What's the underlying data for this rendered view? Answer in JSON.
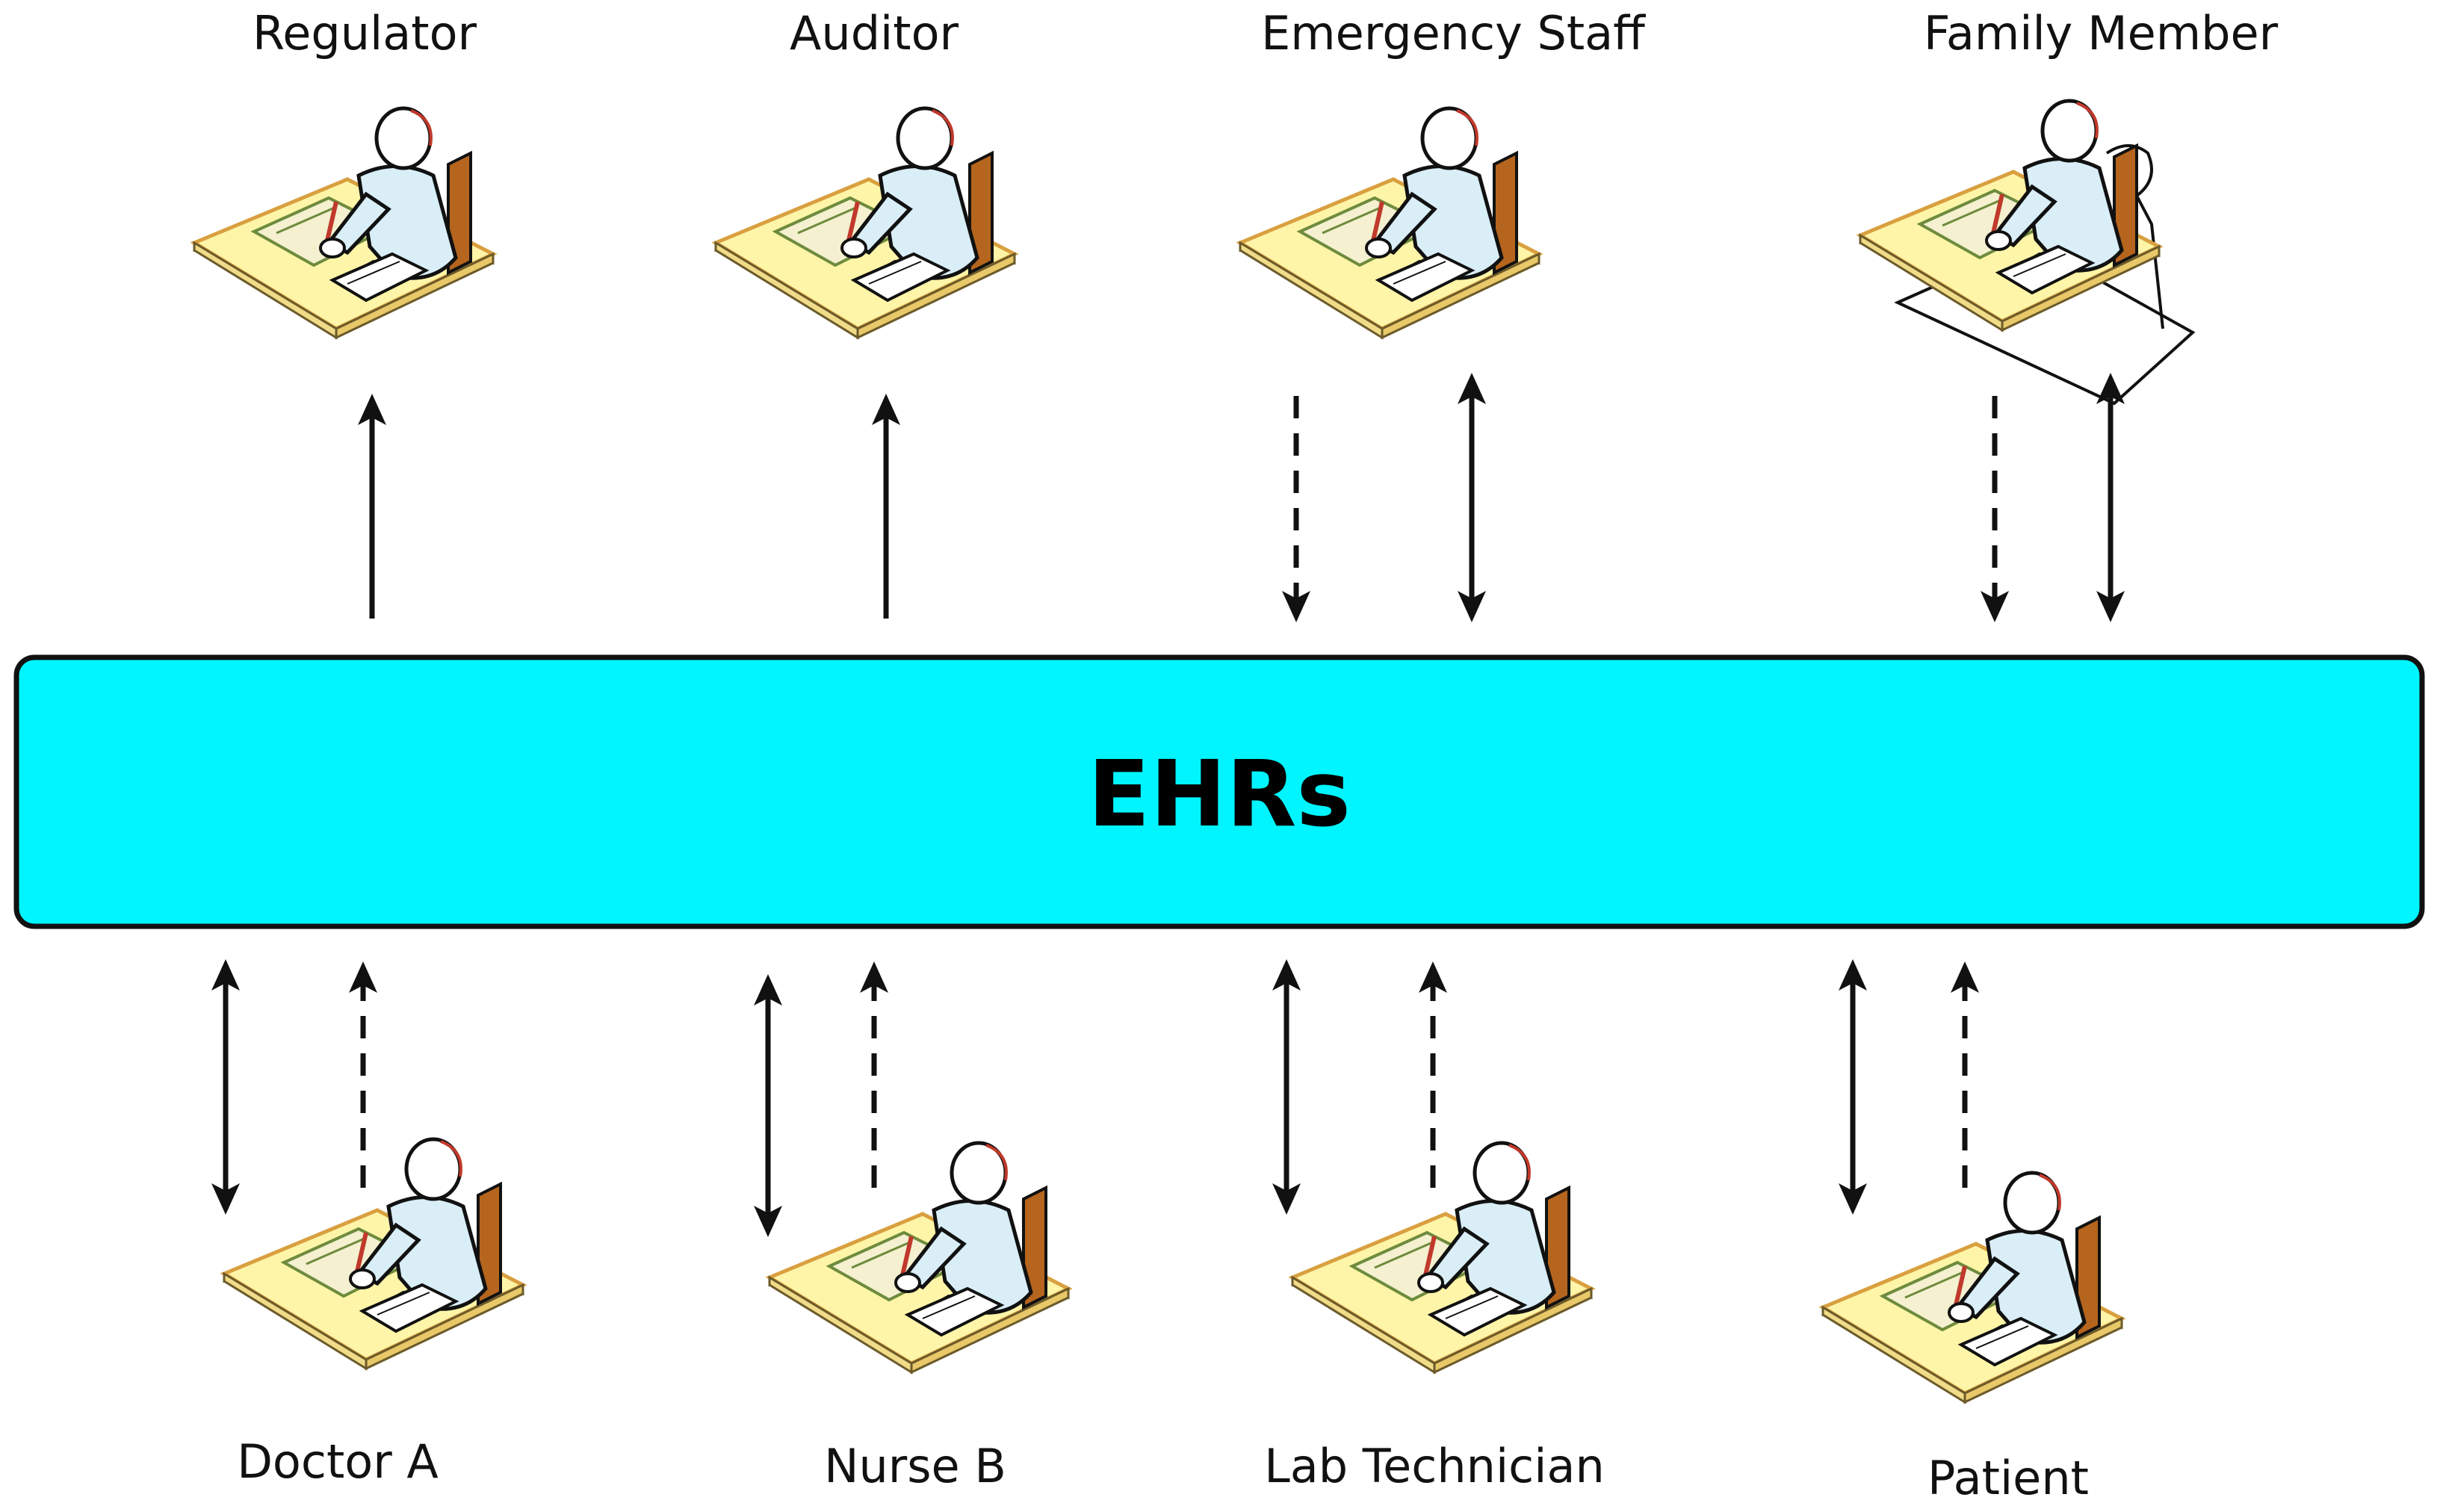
{
  "central_system": {
    "label": "EHRs",
    "fill": "#00F5FF",
    "stroke": "#111111"
  },
  "roles_top": [
    {
      "id": "regulator",
      "label": "Regulator"
    },
    {
      "id": "auditor",
      "label": "Auditor"
    },
    {
      "id": "emergency-staff",
      "label": "Emergency Staff"
    },
    {
      "id": "family-member",
      "label": "Family Member"
    }
  ],
  "roles_bottom": [
    {
      "id": "doctor-a",
      "label": "Doctor A"
    },
    {
      "id": "nurse-b",
      "label": "Nurse B"
    },
    {
      "id": "lab-technician",
      "label": "Lab Technician"
    },
    {
      "id": "patient",
      "label": "Patient"
    }
  ],
  "connections": [
    {
      "role": "regulator",
      "style": "solid",
      "direction": "to-role"
    },
    {
      "role": "auditor",
      "style": "solid",
      "direction": "to-role"
    },
    {
      "role": "emergency-staff",
      "style": "dashed",
      "direction": "to-ehr"
    },
    {
      "role": "emergency-staff",
      "style": "solid",
      "direction": "both"
    },
    {
      "role": "family-member",
      "style": "dashed",
      "direction": "to-ehr"
    },
    {
      "role": "family-member",
      "style": "solid",
      "direction": "both"
    },
    {
      "role": "doctor-a",
      "style": "solid",
      "direction": "both"
    },
    {
      "role": "doctor-a",
      "style": "dashed",
      "direction": "to-ehr"
    },
    {
      "role": "nurse-b",
      "style": "solid",
      "direction": "both"
    },
    {
      "role": "nurse-b",
      "style": "dashed",
      "direction": "to-ehr"
    },
    {
      "role": "lab-technician",
      "style": "solid",
      "direction": "both"
    },
    {
      "role": "lab-technician",
      "style": "dashed",
      "direction": "to-ehr"
    },
    {
      "role": "patient",
      "style": "solid",
      "direction": "both"
    },
    {
      "role": "patient",
      "style": "dashed",
      "direction": "to-ehr"
    }
  ],
  "colors": {
    "desk_top": "#FFF5A8",
    "desk_edge": "#D9A040",
    "person_fill": "#D9EEF7",
    "chair": "#B5651D",
    "arrow": "#111111"
  }
}
